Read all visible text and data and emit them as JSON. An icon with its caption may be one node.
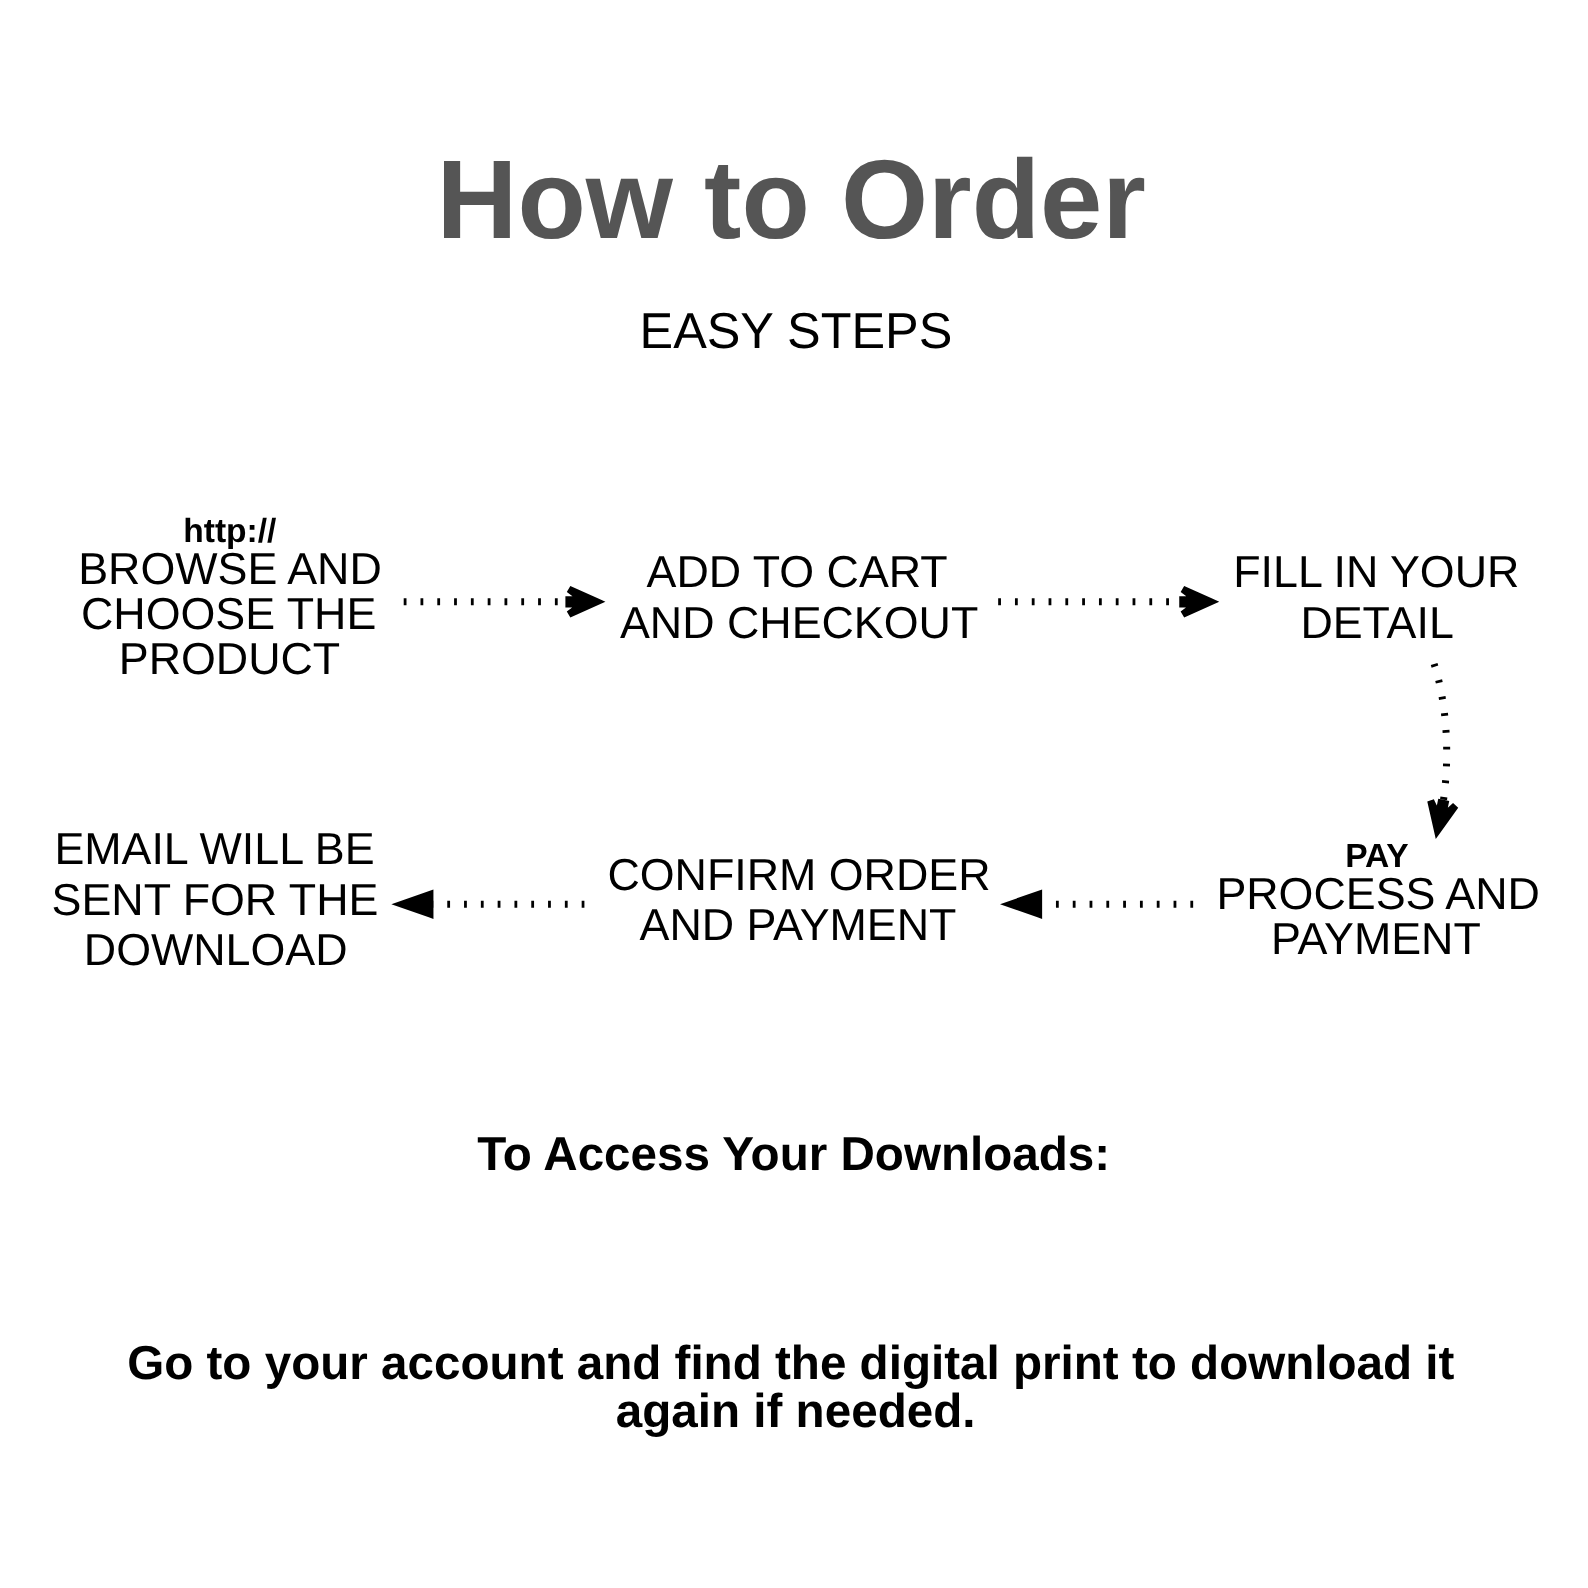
{
  "diagram": {
    "title": "How to Order",
    "nodes": [
      {
        "text": [
          "http://",
          "BROWSE AND CHOOSE THE PRODUCT"
        ]
      },
      {
        "text": [
          "ADD TO CART AND CHECKOUT"
        ]
      },
      {
        "text": [
          "FILL IN YOUR DETAIL"
        ]
      },
      {
        "text": [
          "PAY",
          "PROCESS AND PAYMENT"
        ]
      },
      {
        "text": [
          "CONFIRM ORDER AND PAYMENT"
        ]
      },
      {
        "text": [
          "EMAIL WILL BE SENT FOR THE DOWNLOAD"
        ]
      }
    ],
    "edges": [
      {
        "from": 0,
        "to": 1,
        "arrow": "to"
      },
      {
        "from": 1,
        "to": 2,
        "arrow": "to"
      },
      {
        "from": 2,
        "to": 3,
        "arrow": "to"
      },
      {
        "from": 3,
        "to": 4,
        "arrow": "to"
      },
      {
        "from": 4,
        "to": 5,
        "arrow": "to"
      }
    ],
    "labels": [
      "EASY STEPS",
      "To Access Your Downloads:",
      "Go to your account and find the digital print to download it again if needed."
    ]
  }
}
